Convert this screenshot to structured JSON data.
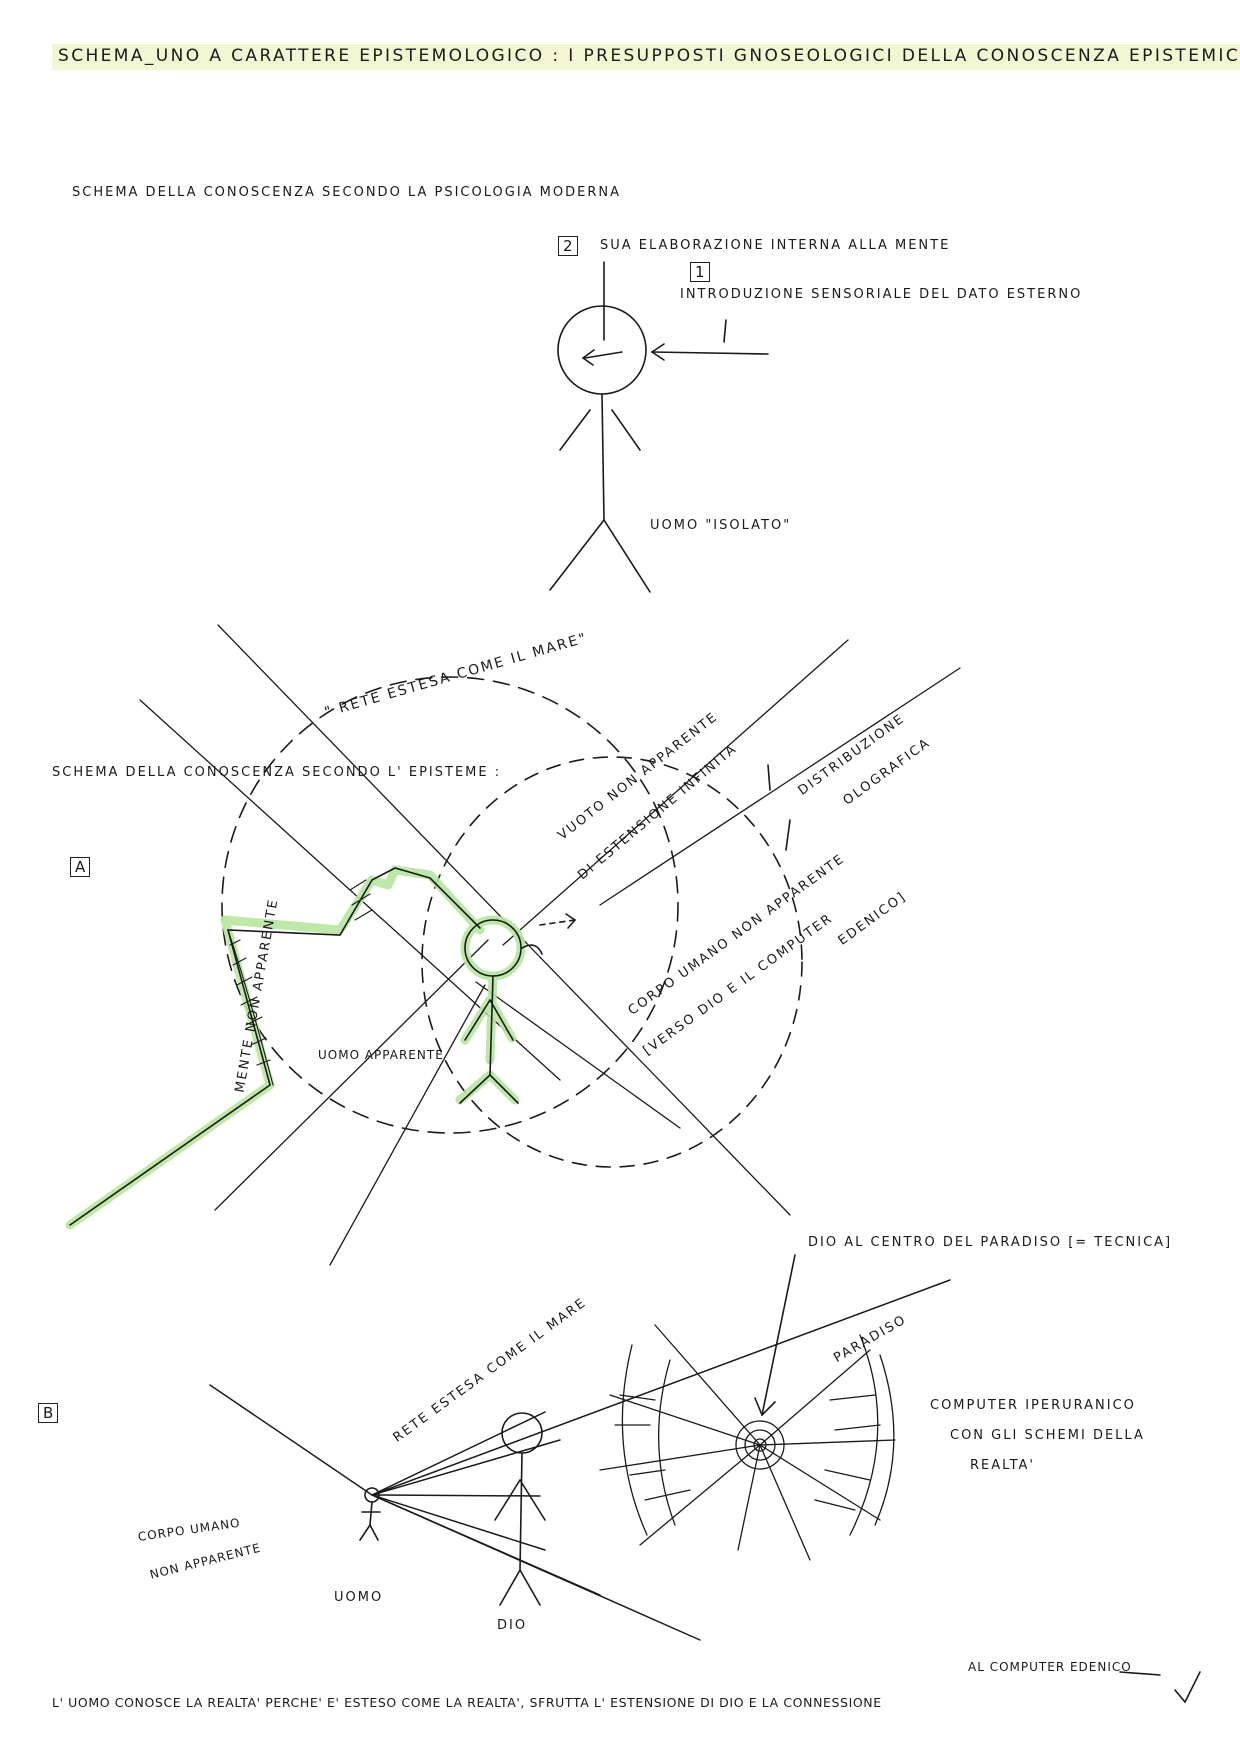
{
  "header": {
    "title": "SCHEMA_UNO A CARATTERE EPISTEMOLOGICO : I PRESUPPOSTI GNOSEOLOGICI DELLA CONOSCENZA EPISTEMICA"
  },
  "section_modern": {
    "heading": "SCHEMA DELLA CONOSCENZA SECONDO LA PSICOLOGIA MODERNA",
    "step2_number": "2",
    "step2_label": "SUA ELABORAZIONE INTERNA ALLA MENTE",
    "step1_number": "1",
    "step1_label": "INTRODUZIONE SENSORIALE DEL DATO ESTERNO",
    "figure_label": "UOMO \"ISOLATO\""
  },
  "section_episteme": {
    "heading": "SCHEMA DELLA CONOSCENZA SECONDO L' EPISTEME :",
    "marker": "A",
    "net_label": "\" RETE ESTESA COME IL MARE\"",
    "void_label_1": "VUOTO NON APPARENTE",
    "void_label_2": "DI ESTENSIONE INFINITA",
    "distribution_label_1": "DISTRIBUZIONE",
    "distribution_label_2": "OLOGRAFICA",
    "body_label_1": "CORPO UMANO NON APPARENTE",
    "body_label_2": "[VERSO DIO E IL COMPUTER",
    "body_label_3": "EDENICO]",
    "mind_label": "MENTE NON APPARENTE",
    "man_label": "UOMO APPARENTE"
  },
  "section_b": {
    "marker": "B",
    "god_center_label": "DIO AL CENTRO DEL PARADISO [= TECNICA]",
    "net_label": "RETE ESTESA COME IL MARE",
    "paradise_label": "PARADISO",
    "computer_label_1": "COMPUTER IPERURANICO",
    "computer_label_2": "CON GLI SCHEMI DELLA",
    "computer_label_3": "REALTA'",
    "body_label_1": "CORPO UMANO",
    "body_label_2": "NON APPARENTE",
    "man_label": "UOMO",
    "god_label": "DIO"
  },
  "footer": {
    "insert_label": "AL COMPUTER EDENICO",
    "conclusion": "L' UOMO CONOSCE LA REALTA' PERCHE' E' ESTESO COME LA REALTA', SFRUTTA L' ESTENSIONE DI DIO E LA CONNESSIONE"
  },
  "colors": {
    "ink": "#1a1a1a",
    "highlight_green": "#b8e6a0",
    "title_highlight": "#f2f6d2",
    "blue_line": "#4a6a8a"
  }
}
